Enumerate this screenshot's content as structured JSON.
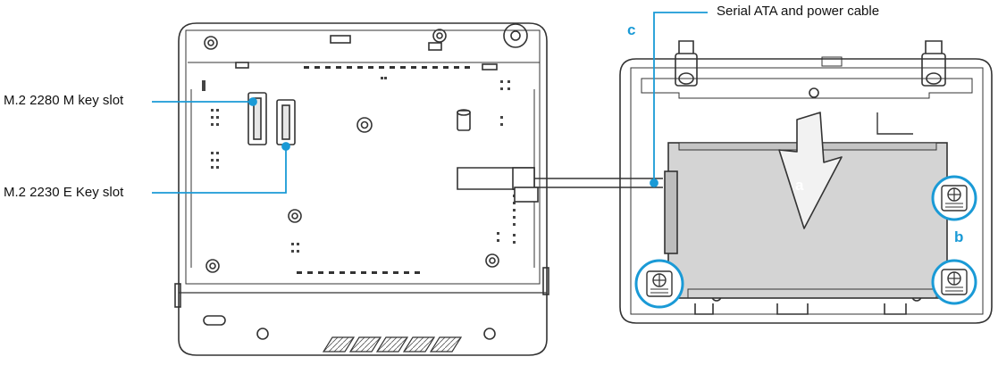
{
  "labels": {
    "m2_m_key": "M.2 2280 M key slot",
    "m2_e_key": "M.2 2230 E Key slot",
    "sata_cable": "Serial ATA and power cable"
  },
  "step_letters": {
    "a": "a",
    "b": "b",
    "c": "c"
  },
  "colors": {
    "accent": "#1a9ad6",
    "callout_line": "#1a9ad6",
    "outline": "#333333",
    "drive_fill": "#d4d4d4",
    "arrow_fill": "#f2f2f2"
  }
}
